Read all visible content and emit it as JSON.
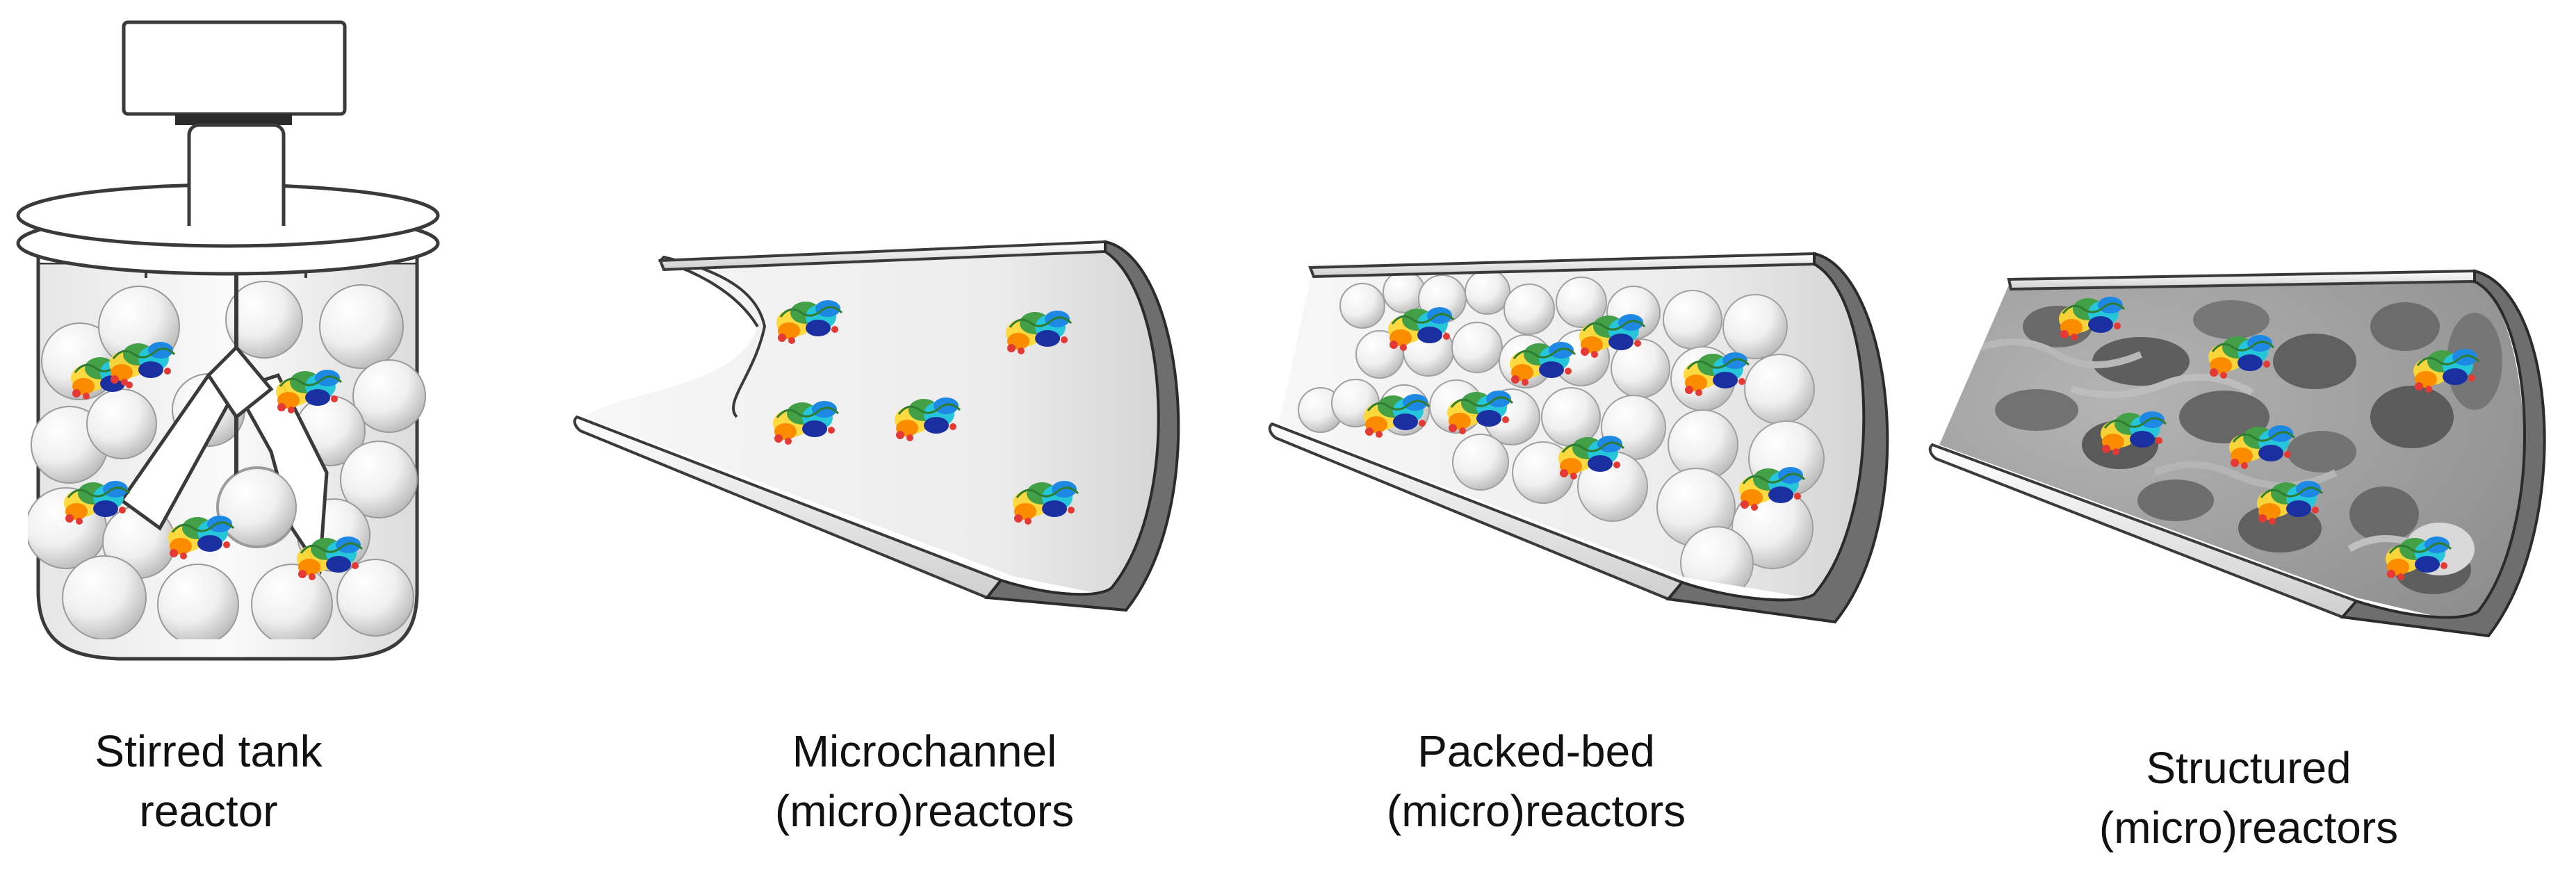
{
  "panels": [
    {
      "id": "stirred-tank",
      "label_lines": [
        "Stirred tank",
        "reactor"
      ]
    },
    {
      "id": "microchannel",
      "label_lines": [
        "Microchannel",
        "(micro)reactors"
      ]
    },
    {
      "id": "packed-bed",
      "label_lines": [
        "Packed-bed",
        "(micro)reactors"
      ]
    },
    {
      "id": "structured",
      "label_lines": [
        "Structured",
        "(micro)reactors"
      ]
    }
  ],
  "colors": {
    "outline": "#3a3a3a",
    "tube_rim": "#6e6e6e",
    "tube_inner": "#eeeeee",
    "bead": "#f4f4f4",
    "porous_surface": "#9a9a9a",
    "enzyme_palette": [
      "#1a2fa0",
      "#1e88e5",
      "#26c6da",
      "#43a047",
      "#fdd835",
      "#fb8c00",
      "#e53935"
    ]
  },
  "icons": [
    "motor-icon",
    "impeller-icon",
    "enzyme-icon",
    "bead-icon"
  ]
}
